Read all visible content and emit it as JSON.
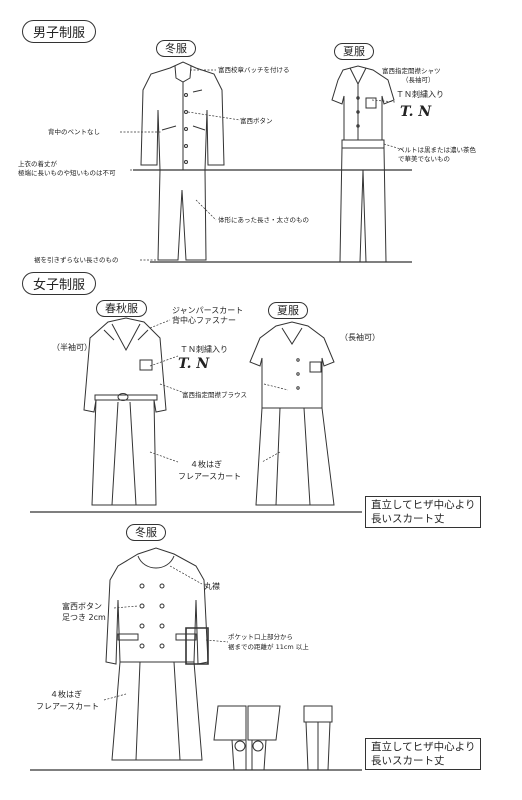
{
  "men": {
    "title": "男子制服",
    "winter": {
      "heading": "冬服",
      "badge": "富西校章バッチを付ける",
      "button": "富西ボタン",
      "vent": "背中のベントなし",
      "jacket_length": [
        "上衣の着丈が",
        "極端に長いものや短いものは不可"
      ],
      "pants_fit": "体形にあった長さ・太さのもの",
      "hem": "裾を引きずらない長さのもの"
    },
    "summer": {
      "heading": "夏服",
      "shirt": [
        "富西指定開襟シャツ",
        "（長袖可）"
      ],
      "embroidery": "ＴＮ刺繍入り",
      "monogram": "T. N",
      "belt": [
        "ベルトは黒または濃い茶色",
        "で華美でないもの"
      ]
    }
  },
  "women": {
    "title": "女子制服",
    "spring_autumn": {
      "heading": "春秋服",
      "jumper": [
        "ジャンパースカート",
        "背中心ファスナー"
      ],
      "sleeve_note": "（半袖可）",
      "embroidery": "ＴＮ刺繍入り",
      "monogram": "T. N",
      "blouse": "富西指定開襟ブラウス",
      "skirt": [
        "４枚はぎ",
        "フレアースカート"
      ]
    },
    "summer": {
      "heading": "夏服",
      "sleeve_note": "（長袖可）"
    },
    "length_rule_1": [
      "直立してヒザ中心より",
      "長いスカート丈"
    ],
    "winter": {
      "heading": "冬服",
      "collar": "丸襟",
      "button": [
        "富西ボタン",
        "足つき 2cm"
      ],
      "pocket": [
        "ポケット口上部分から",
        "裾までの距離が 11cm 以上"
      ],
      "skirt": [
        "４枚はぎ",
        "フレアースカート"
      ]
    },
    "length_rule_2": [
      "直立してヒザ中心より",
      "長いスカート丈"
    ]
  }
}
